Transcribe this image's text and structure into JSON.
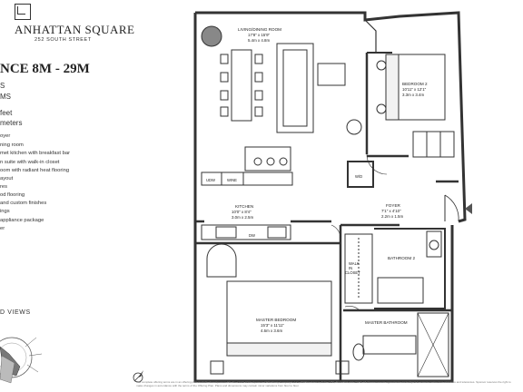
{
  "header": {
    "brand": "ANHATTAN SQUARE",
    "brand_address": "252 SOUTH STREET",
    "residence": "NCE 8M - 29M"
  },
  "specs": [
    "S",
    "MS",
    "feet",
    "meters"
  ],
  "features": [
    "oyer",
    "ning room",
    "met kitchen with breakfast bar",
    "n suite with walk-in closet",
    "oom with radiant heat flooring",
    "ayout",
    "res",
    "od flooring",
    "and custom finishes",
    "ings",
    "appliance package",
    "er"
  ],
  "views_label": "D VIEWS",
  "rooms": {
    "living": {
      "name": "LIVING/DINING ROOM",
      "imperial": "17'8\" x 15'9\"",
      "metric": "5.4m x 4.8m"
    },
    "bedroom2": {
      "name": "BEDROOM 2",
      "imperial": "10'11\" x 12'1\"",
      "metric": "3.3m x 3.4m"
    },
    "kitchen": {
      "name": "KITCHEN",
      "imperial": "10'0\" x 8'4\"",
      "metric": "3.0m x 2.5m"
    },
    "foyer": {
      "name": "FOYER",
      "imperial": "7'1\" x 4'10\"",
      "metric": "2.2m x 1.5m"
    },
    "master": {
      "name": "MASTER BEDROOM",
      "imperial": "15'3\" x 11'11\"",
      "metric": "4.6m x 3.6m"
    },
    "bath2": {
      "name": "BATHROOM 2"
    },
    "master_bath": {
      "name": "MASTER BATHROOM"
    },
    "closet": {
      "line1": "WALK",
      "line2": "IN",
      "line3": "CLOSET"
    }
  },
  "fixtures": {
    "wd": "W/D",
    "dw": "DW",
    "wine": "WINE",
    "udw": "UDW"
  },
  "disclaimer": "The complete offering terms are in an offering plan available from Sponsor. File No. CD15-0167. Sponsor: ONE Ninety Company L.L.C., 80 Pine Avenue, Suite 1250, Floor Park, NY 11040. All dimensions are approximate and subject to normal construction variances and tolerances. Sponsor reserves the right to make changes in accordance with the terms of the Offering Plan. Plans and dimensions may contain minor variations from floor to floor.",
  "colors": {
    "line": "#333333",
    "bg": "#ffffff",
    "wall": "#4a4a4a"
  }
}
